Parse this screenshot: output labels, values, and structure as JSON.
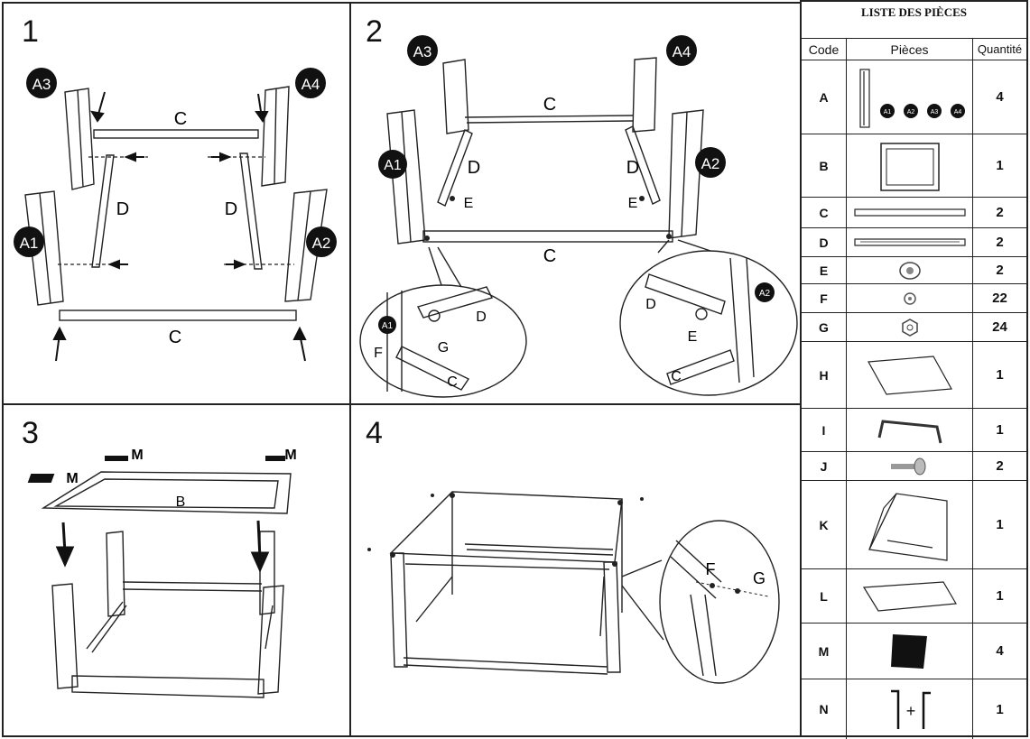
{
  "steps": [
    {
      "number": "1",
      "labels": {
        "a3": "A3",
        "a4": "A4",
        "a1": "A1",
        "a2": "A2",
        "c_top": "C",
        "c_bottom": "C",
        "d_left": "D",
        "d_right": "D"
      }
    },
    {
      "number": "2",
      "labels": {
        "a3": "A3",
        "a4": "A4",
        "a1": "A1",
        "a2": "A2",
        "c_top": "C",
        "c_bottom": "C",
        "d_left": "D",
        "d_right": "D",
        "e_left": "E",
        "e_right": "E",
        "zoom_left_a1": "A1",
        "zoom_left_d": "D",
        "zoom_left_f": "F",
        "zoom_left_g": "G",
        "zoom_left_c": "C",
        "zoom_right_a2": "A2",
        "zoom_right_d": "D",
        "zoom_right_e": "E",
        "zoom_right_c": "C"
      }
    },
    {
      "number": "3",
      "labels": {
        "m1": "M",
        "m2": "M",
        "m3": "M",
        "b": "B"
      }
    },
    {
      "number": "4",
      "labels": {
        "f": "F",
        "g": "G"
      }
    }
  ],
  "parts_table": {
    "title": "LISTE DES PIÈCES",
    "headers": {
      "code": "Code",
      "parts": "Pièces",
      "qty": "Quantité"
    },
    "rows": [
      {
        "code": "A",
        "qty": "4",
        "icon": "leg-post-icon",
        "sub_labels": [
          "A1",
          "A2",
          "A3",
          "A4"
        ]
      },
      {
        "code": "B",
        "qty": "1",
        "icon": "frame-square-icon"
      },
      {
        "code": "C",
        "qty": "2",
        "icon": "long-bar-icon"
      },
      {
        "code": "D",
        "qty": "2",
        "icon": "slotted-bar-icon"
      },
      {
        "code": "E",
        "qty": "2",
        "icon": "wheel-roller-icon"
      },
      {
        "code": "F",
        "qty": "22",
        "icon": "small-screw-icon"
      },
      {
        "code": "G",
        "qty": "24",
        "icon": "hex-nut-icon"
      },
      {
        "code": "H",
        "qty": "1",
        "icon": "plate-panel-icon"
      },
      {
        "code": "I",
        "qty": "1",
        "icon": "handle-icon"
      },
      {
        "code": "J",
        "qty": "2",
        "icon": "bolt-icon"
      },
      {
        "code": "K",
        "qty": "1",
        "icon": "drawer-tray-icon"
      },
      {
        "code": "L",
        "qty": "1",
        "icon": "flat-board-icon"
      },
      {
        "code": "M",
        "qty": "4",
        "icon": "foot-pad-icon"
      },
      {
        "code": "N",
        "qty": "1",
        "icon": "allen-key-icon"
      }
    ]
  }
}
